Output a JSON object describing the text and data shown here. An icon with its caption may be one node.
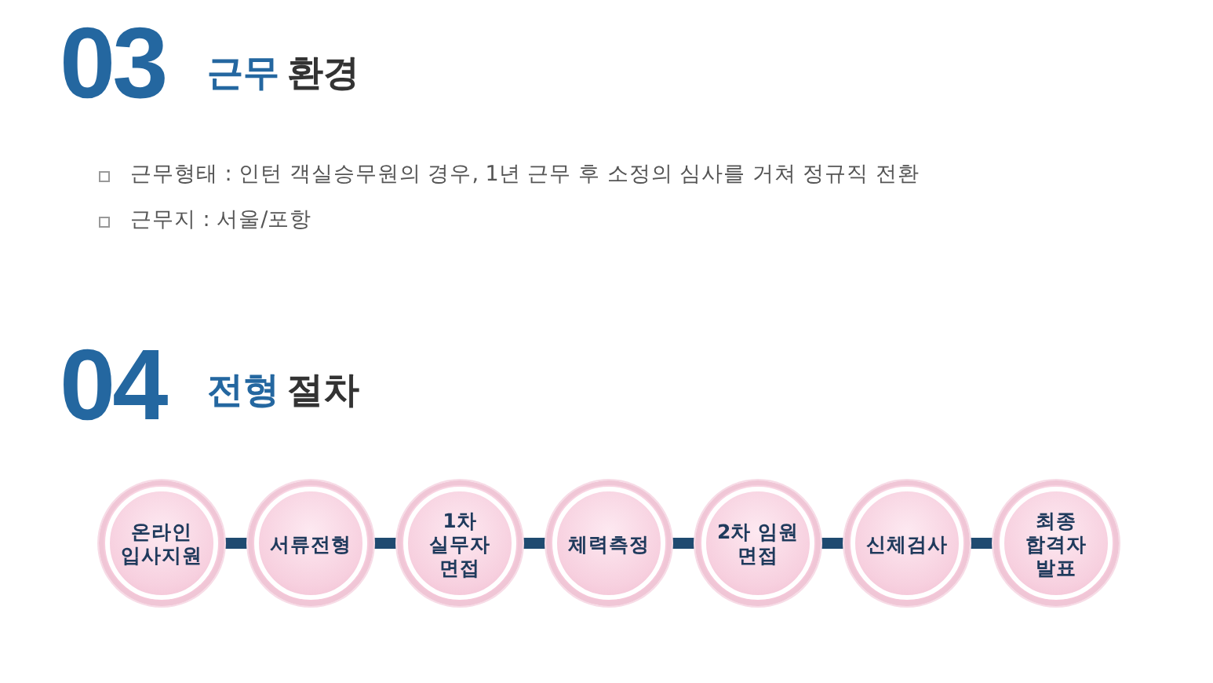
{
  "diagram": {
    "nodes": [
      {
        "text": [
          "온라인 입사지원"
        ]
      },
      {
        "text": [
          "서류전형"
        ]
      },
      {
        "text": [
          "1차 실무자 면접"
        ]
      },
      {
        "text": [
          "체력측정"
        ]
      },
      {
        "text": [
          "2차 임원 면접"
        ]
      },
      {
        "text": [
          "신체검사"
        ]
      },
      {
        "text": [
          "최종 합격자 발표"
        ]
      }
    ],
    "edges": [
      {
        "from": 0,
        "to": 1,
        "arrow": "none"
      },
      {
        "from": 1,
        "to": 2,
        "arrow": "none"
      },
      {
        "from": 2,
        "to": 3,
        "arrow": "none"
      },
      {
        "from": 3,
        "to": 4,
        "arrow": "none"
      },
      {
        "from": 4,
        "to": 5,
        "arrow": "none"
      },
      {
        "from": 5,
        "to": 6,
        "arrow": "none"
      }
    ],
    "labels": [
      "03",
      "근무",
      "환경",
      "근무형태 : 인턴 객실승무원의 경우, 1년 근무 후 소정의 심사를 거쳐 정규직 전환",
      "근무지 : 서울/포항",
      "04",
      "전형",
      "절차"
    ]
  }
}
